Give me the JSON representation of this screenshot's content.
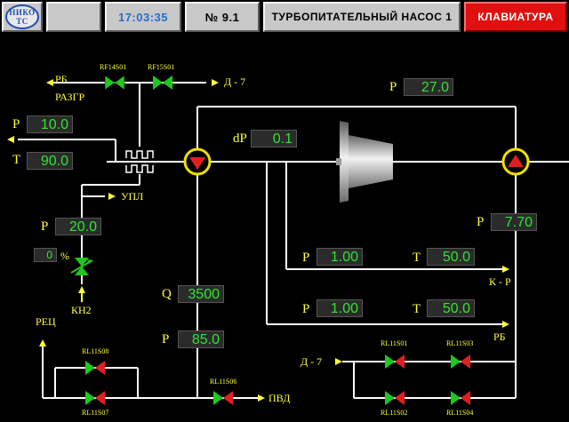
{
  "header": {
    "logo_top": "НИКО",
    "logo_bottom": "ТС",
    "time": "17:03:35",
    "number": "№  9.1",
    "title": "ТУРБОПИТАТЕЛЬНЫЙ НАСОС 1",
    "keyboard_button": "КЛАВИАТУРА"
  },
  "labels": {
    "rb_top": "РБ",
    "razgr": "РАЗГР",
    "d7_top": "Д - 7",
    "rf14s01": "RF14S01",
    "rf15s01": "RF15S01",
    "upl": "УПЛ",
    "kn2": "КН2",
    "rec": "РЕЦ",
    "pvd": "ПВД",
    "kr": "К - Р",
    "rb_right": "РБ",
    "d7_bottom": "Д - 7",
    "rl11s08": "RL11S08",
    "rl11s07": "RL11S07",
    "rl11s06": "RL11S06",
    "rl11s01": "RL11S01",
    "rl11s03": "RL11S03",
    "rl11s02": "RL11S02",
    "rl11s04": "RL11S04",
    "percent": "%"
  },
  "readouts": {
    "p_left": {
      "label": "P",
      "value": "10.0"
    },
    "t_left": {
      "label": "T",
      "value": "90.0"
    },
    "p_kn": {
      "label": "P",
      "value": "20.0"
    },
    "kn_percent": {
      "value": "0"
    },
    "p_top": {
      "label": "P",
      "value": "27.0"
    },
    "dp": {
      "label": "dP",
      "value": "0.1"
    },
    "p_right": {
      "label": "P",
      "value": "7.70"
    },
    "p_mid1": {
      "label": "P",
      "value": "1.00"
    },
    "t_mid1": {
      "label": "T",
      "value": "50.0"
    },
    "p_mid2": {
      "label": "P",
      "value": "1.00"
    },
    "t_mid2": {
      "label": "T",
      "value": "50.0"
    },
    "q": {
      "label": "Q",
      "value": "3500"
    },
    "p_bottom": {
      "label": "P",
      "value": "85.0"
    }
  },
  "colors": {
    "pipe": "#ffffff",
    "label": "#ffff40",
    "value": "#2ee62e",
    "valve_open": "#1fc81f",
    "valve_closed": "#e02020",
    "pump_ring": "#f0e000",
    "keyboard_bg": "#e01010"
  }
}
